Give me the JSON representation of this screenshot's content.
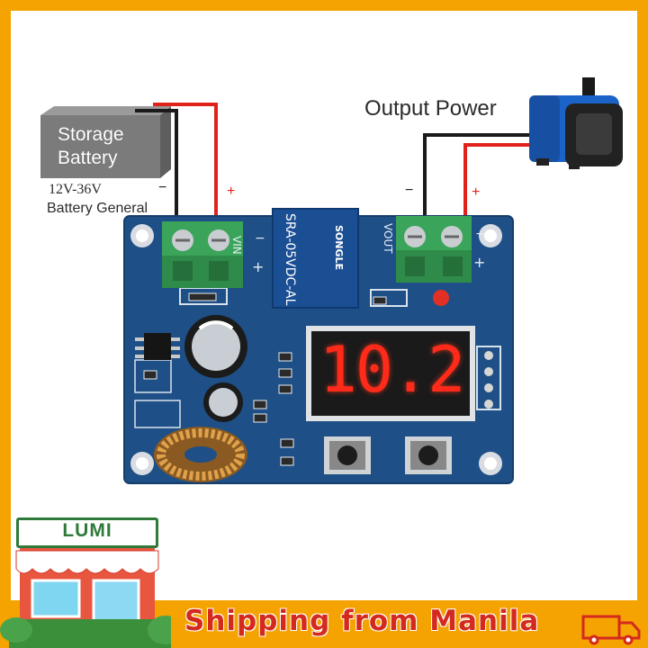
{
  "labels": {
    "output_power": "Output Power",
    "storage_battery_line1": "Storage",
    "storage_battery_line2": "Battery",
    "battery_spec_line1": "12V-36V",
    "battery_spec_line2": "Battery General",
    "battery_minus": "−",
    "battery_plus": "+",
    "output_minus": "−",
    "output_plus": "+"
  },
  "board": {
    "vin_label": "VIN",
    "vout_label": "VOUT",
    "relay_model": "SRA-05VDC-AL",
    "relay_brand": "SONGLE",
    "display_value": "10.2",
    "terminal_minus": "−",
    "terminal_plus": "+"
  },
  "store": {
    "name": "LUMI",
    "banner_text": "Shipping from Manila"
  },
  "colors": {
    "frame": "#f5a300",
    "pcb": "#1e4f86",
    "terminal": "#3aa55a",
    "wire_red": "#e0221b",
    "wire_black": "#1a1a1a",
    "display": "#ff2a1a",
    "pump": "#1b63c8"
  }
}
